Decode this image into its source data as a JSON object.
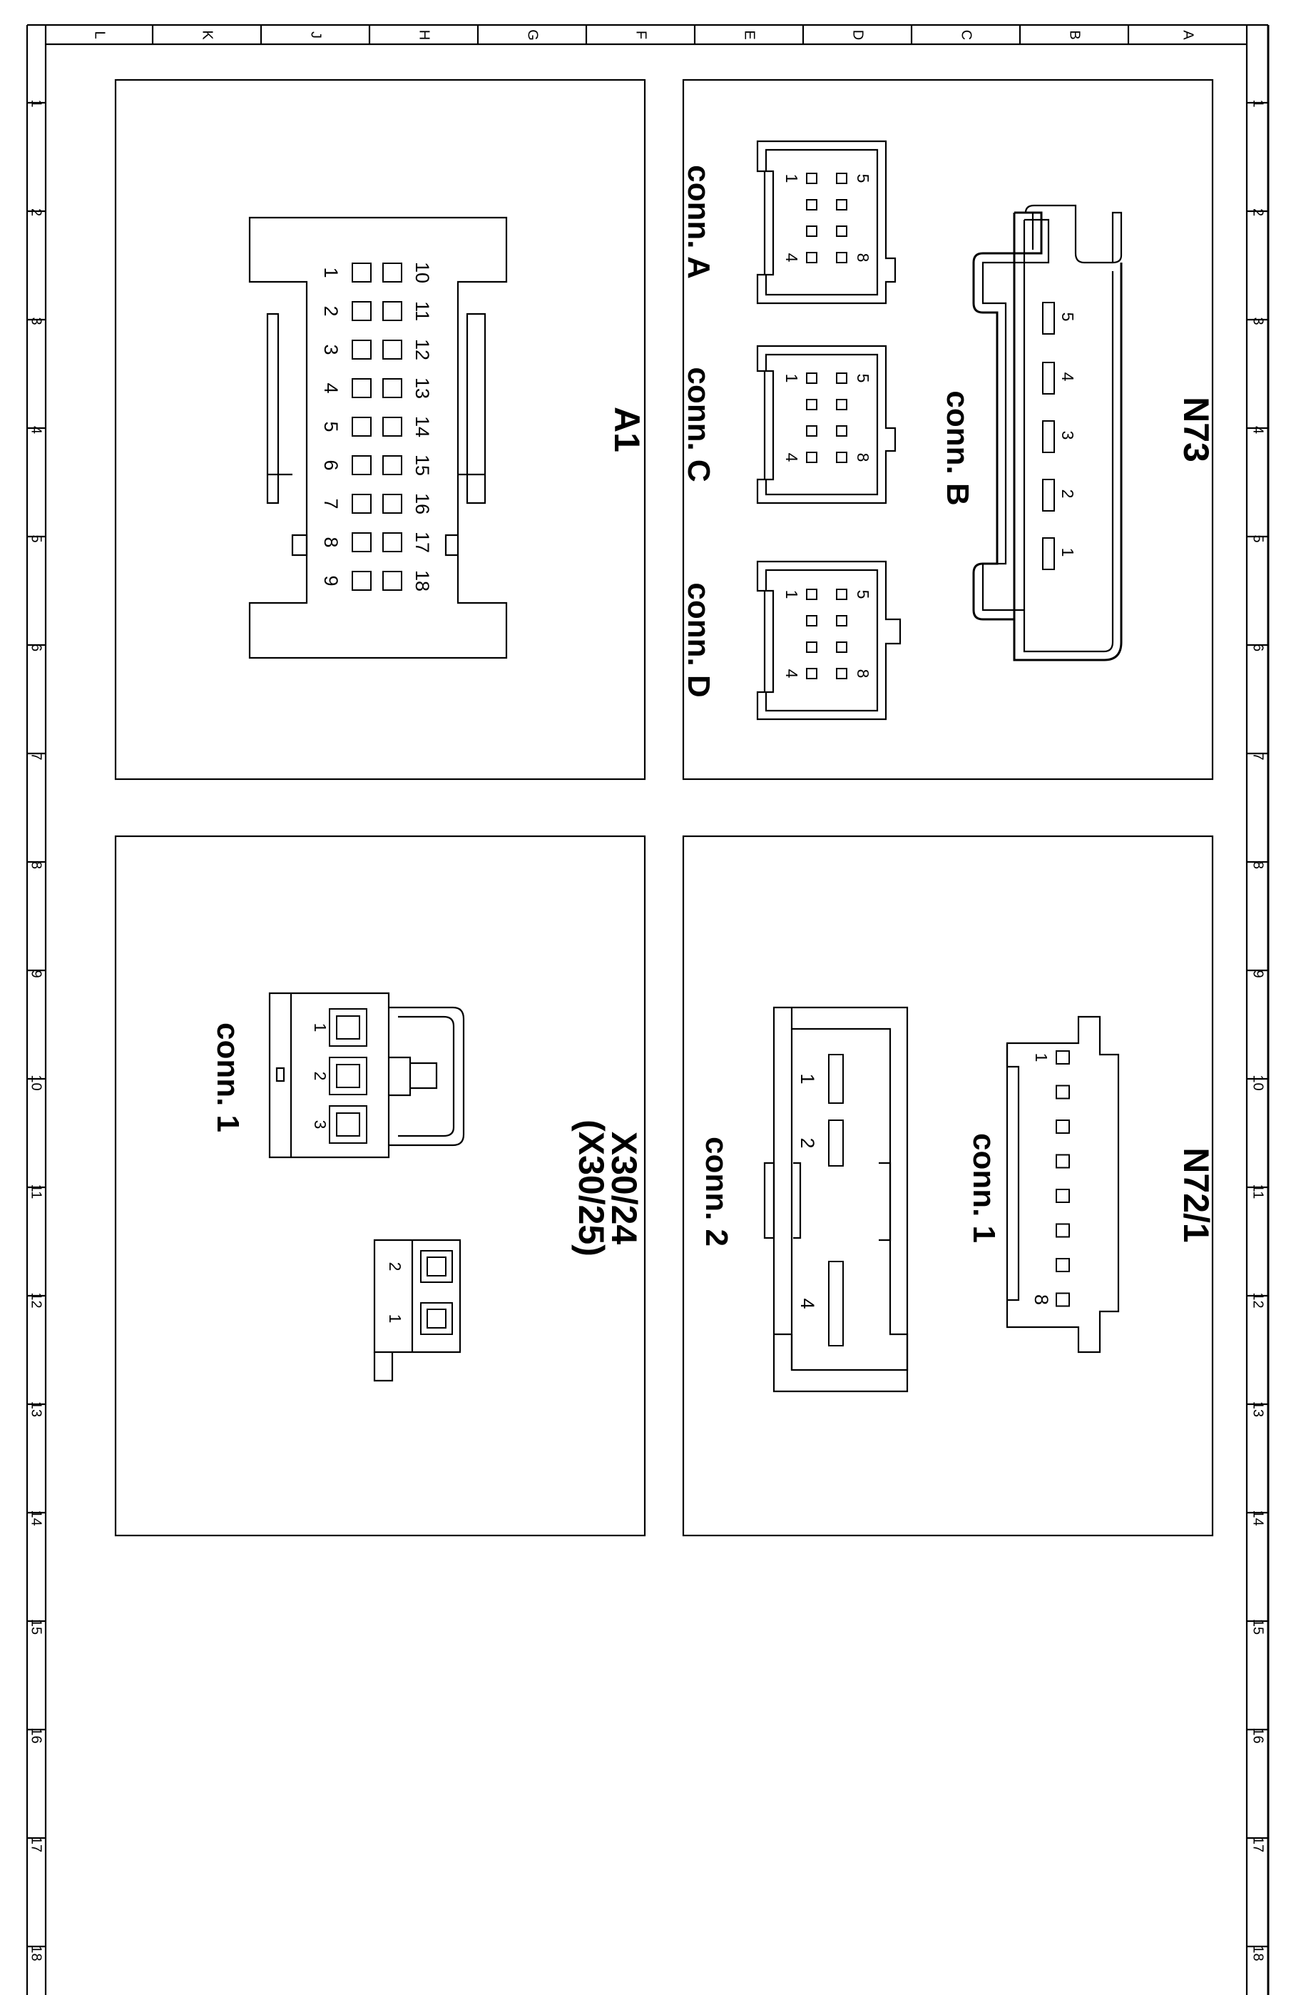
{
  "grid": {
    "columns": [
      "L",
      "K",
      "J",
      "H",
      "G",
      "F",
      "E",
      "D",
      "C",
      "B",
      "A"
    ],
    "rows": [
      "1",
      "2",
      "3",
      "4",
      "5",
      "6",
      "7",
      "8",
      "9",
      "10",
      "11",
      "12",
      "13",
      "14",
      "15",
      "16",
      "17",
      "18"
    ]
  },
  "a1": {
    "title": "A1",
    "pins_outer": [
      "1",
      "2",
      "3",
      "4",
      "5",
      "6",
      "7",
      "8",
      "9"
    ],
    "pins_inner": [
      "10",
      "11",
      "12",
      "13",
      "14",
      "15",
      "16",
      "17",
      "18"
    ]
  },
  "n73": {
    "title": "N73",
    "conn_a": {
      "label": "conn. A",
      "pins": [
        "1",
        "5",
        "4",
        "8"
      ]
    },
    "conn_c": {
      "label": "conn. C",
      "pins": [
        "1",
        "5",
        "4",
        "8"
      ]
    },
    "conn_d": {
      "label": "conn. D",
      "pins": [
        "1",
        "5",
        "4",
        "8"
      ]
    },
    "conn_b": {
      "label": "conn. B",
      "pins": [
        "5",
        "4",
        "3",
        "2",
        "1"
      ]
    }
  },
  "x30": {
    "title": "X30/24",
    "subtitle": "(X30/25)",
    "conn1": {
      "label": "conn. 1",
      "pins": [
        "1",
        "2",
        "3"
      ]
    },
    "small": {
      "pins": [
        "2",
        "1"
      ]
    }
  },
  "n72": {
    "title": "N72/1",
    "conn1": {
      "label": "conn. 1",
      "pins": [
        "1",
        "8"
      ]
    },
    "conn2": {
      "label": "conn. 2",
      "pins": [
        "1",
        "2",
        "4"
      ]
    }
  }
}
